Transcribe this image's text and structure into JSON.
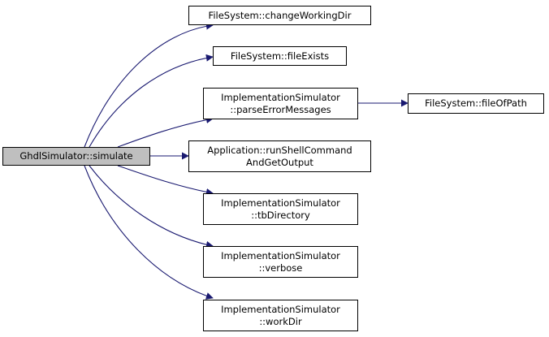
{
  "diagram": {
    "edge_color": "#191970",
    "root_fill": "#bfbfbf",
    "nodes": {
      "root": {
        "lines": [
          "GhdlSimulator::simulate"
        ]
      },
      "changeWorkingDir": {
        "lines": [
          "FileSystem::changeWorkingDir"
        ]
      },
      "fileExists": {
        "lines": [
          "FileSystem::fileExists"
        ]
      },
      "parseErrorMessages": {
        "lines": [
          "ImplementationSimulator",
          "::parseErrorMessages"
        ]
      },
      "fileOfPath": {
        "lines": [
          "FileSystem::fileOfPath"
        ]
      },
      "runShellCommand": {
        "lines": [
          "Application::runShellCommand",
          "AndGetOutput"
        ]
      },
      "tbDirectory": {
        "lines": [
          "ImplementationSimulator",
          "::tbDirectory"
        ]
      },
      "verbose": {
        "lines": [
          "ImplementationSimulator",
          "::verbose"
        ]
      },
      "workDir": {
        "lines": [
          "ImplementationSimulator",
          "::workDir"
        ]
      }
    },
    "edges": [
      [
        "root",
        "changeWorkingDir"
      ],
      [
        "root",
        "fileExists"
      ],
      [
        "root",
        "parseErrorMessages"
      ],
      [
        "root",
        "runShellCommand"
      ],
      [
        "root",
        "tbDirectory"
      ],
      [
        "root",
        "verbose"
      ],
      [
        "root",
        "workDir"
      ],
      [
        "parseErrorMessages",
        "fileOfPath"
      ]
    ]
  }
}
